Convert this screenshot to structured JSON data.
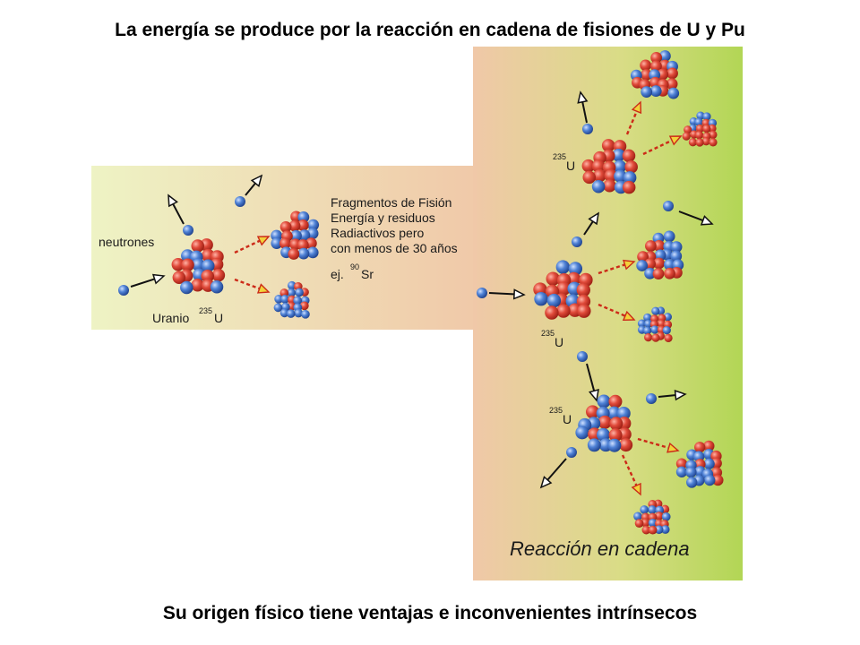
{
  "title": "La energía se produce por la reacción en cadena de fisiones de U y Pu",
  "footer": "Su origen físico tiene ventajas e inconvenientes intrínsecos",
  "labels": {
    "neutrones": "neutrones",
    "uranio": "Uranio",
    "mass_235": "235",
    "u": "U",
    "fragment_lines": [
      "Fragmentos de Fisión",
      "Energía y residuos",
      "Radiactivos pero",
      "con menos de 30 años"
    ],
    "example_prefix": "ej.",
    "mass_90": "90",
    "sr": "Sr",
    "chain_reaction": "Reacción en cadena"
  },
  "colors": {
    "proton": "#e04a3a",
    "neutron": "#4f82d6",
    "arrow_black": "#111111",
    "arrow_red": "#cc2a18",
    "arrow_head_fill": "#f2d23a",
    "panel_left_start": "#eef3c4",
    "panel_left_end": "#f0c8a8",
    "panel_right_end": "#b2d655"
  }
}
